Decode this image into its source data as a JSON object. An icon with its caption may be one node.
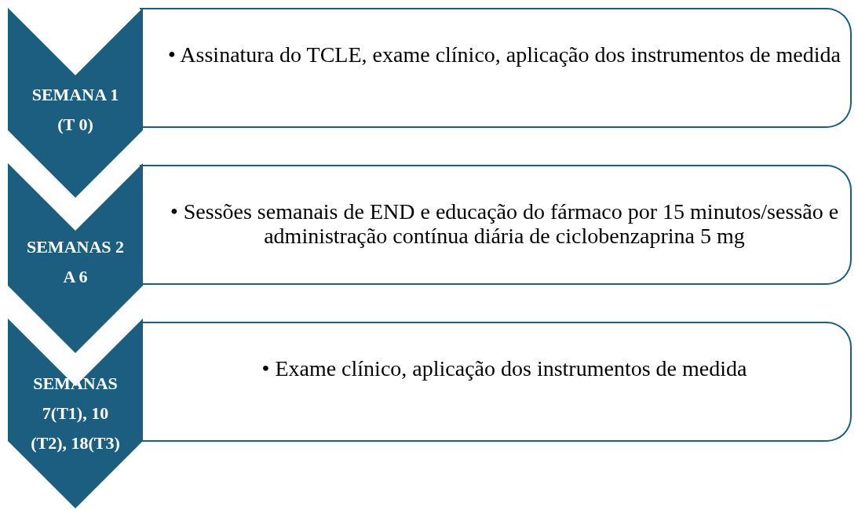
{
  "diagram": {
    "nodes": [
      {
        "text": [
          "SEMANA 1 (T 0)"
        ]
      },
      {
        "text": [
          "• Assinatura do TCLE, exame clínico, aplicação dos instrumentos de medida"
        ]
      },
      {
        "text": [
          "SEMANAS 2 A 6"
        ]
      },
      {
        "text": [
          "• Sessões semanais de END e educação do fármaco por 15 minutos/sessão e administração contínua diária de ciclobenzaprina 5 mg"
        ]
      },
      {
        "text": [
          "SEMANAS 7(T1), 10 (T2), 18(T3)"
        ]
      },
      {
        "text": [
          "• Exame clínico, aplicação dos instrumentos de medida"
        ]
      }
    ],
    "edges": []
  }
}
